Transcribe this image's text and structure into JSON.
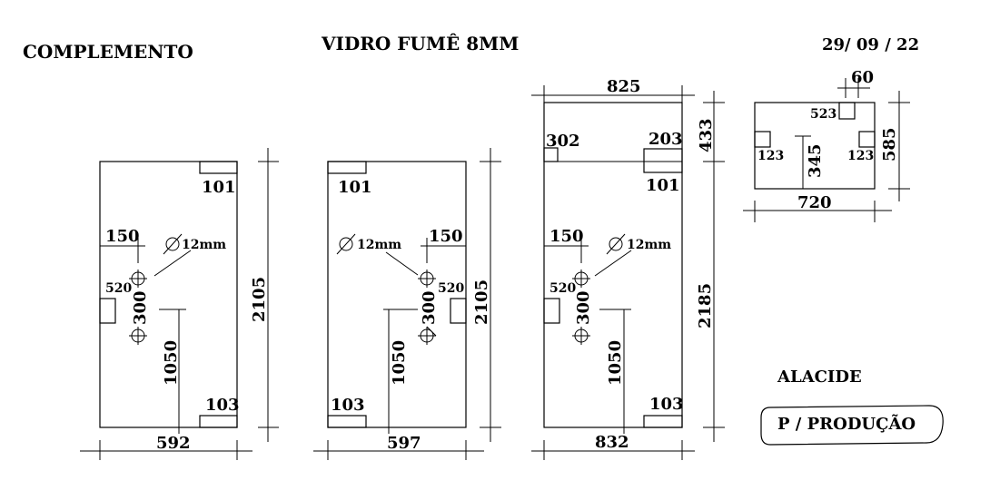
{
  "header": {
    "left": "COMPLEMENTO",
    "center": "VIDRO FUMÊ 8MM",
    "date": "29/ 09 / 22"
  },
  "panel1": {
    "width": "592",
    "height": "2105",
    "notch_top": "101",
    "notch_bottom": "103",
    "hole_offset": "150",
    "hole_diameter": "12mm",
    "hole_spacing": "300",
    "hole_height": "1050",
    "handle": "520"
  },
  "panel2": {
    "width": "597",
    "height": "2105",
    "notch_top": "101",
    "notch_bottom": "103",
    "hole_offset": "150",
    "hole_diameter": "12mm",
    "hole_spacing": "300",
    "hole_height": "1050",
    "handle": "520"
  },
  "panel3": {
    "top_width": "825",
    "bottom_width": "832",
    "top_height": "433",
    "main_height": "2185",
    "transom_left": "302",
    "transom_right": "203",
    "notch_top": "101",
    "notch_bottom": "103",
    "hole_offset": "150",
    "hole_diameter": "12mm",
    "hole_spacing": "300",
    "hole_height": "1050",
    "handle": "520"
  },
  "panel4": {
    "width": "720",
    "height": "585",
    "notch_width": "60",
    "notch_top": "523",
    "notch_left": "123",
    "notch_right": "123",
    "center_height": "345"
  },
  "footer": {
    "client": "ALACIDE",
    "stamp": "P / PRODUÇÃO"
  }
}
